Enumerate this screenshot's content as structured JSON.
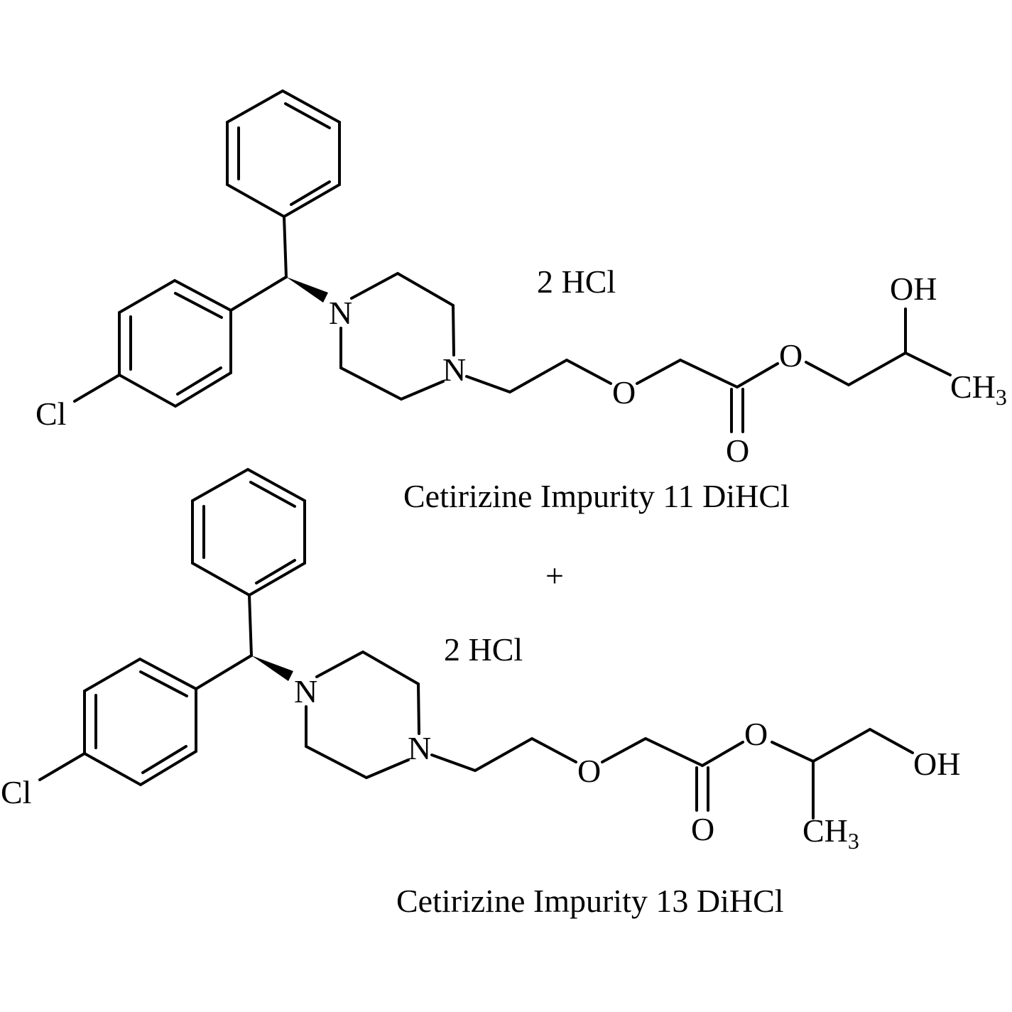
{
  "compounds": [
    {
      "caption": "Cetirizine Impurity 11 DiHCl",
      "salt": "2 HCl",
      "atoms": {
        "cl": "Cl",
        "n1": "N",
        "n2": "N",
        "o_ether": "O",
        "o_carbonyl": "O",
        "o_ester": "O",
        "oh": "OH",
        "ch3_c": "CH",
        "ch3_sub": "3"
      }
    },
    {
      "caption": "Cetirizine Impurity 13 DiHCl",
      "salt": "2 HCl",
      "atoms": {
        "cl": "Cl",
        "n1": "N",
        "n2": "N",
        "o_ether": "O",
        "o_carbonyl": "O",
        "o_ester": "O",
        "oh": "OH",
        "ch3_c": "CH",
        "ch3_sub": "3"
      }
    }
  ],
  "plus": "+"
}
